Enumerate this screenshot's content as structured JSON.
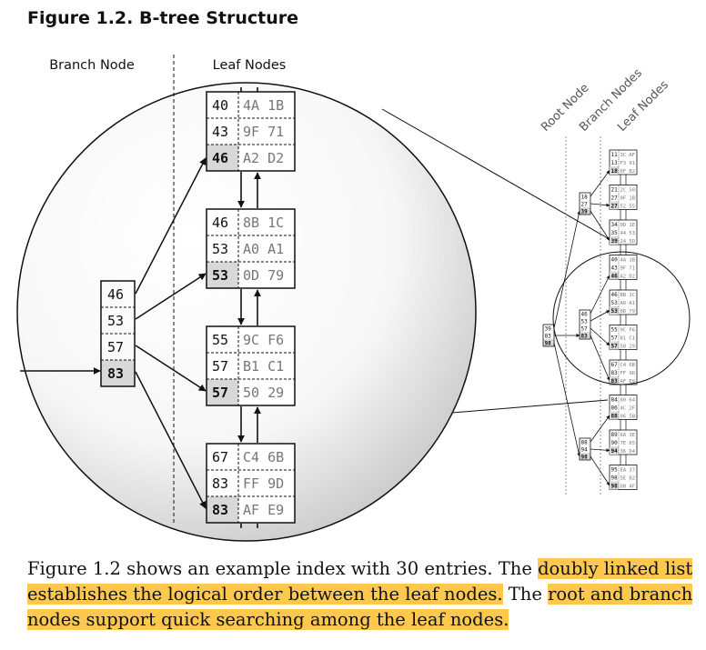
{
  "title": "Figure 1.2. B-tree Structure",
  "labels": {
    "branch_node": "Branch Node",
    "leaf_nodes": "Leaf Nodes"
  },
  "overview_labels": {
    "root": "Root Node",
    "branch": "Branch Nodes",
    "leaf": "Leaf Nodes"
  },
  "branch": [
    "46",
    "53",
    "57",
    "83"
  ],
  "leaves": [
    {
      "rows": [
        [
          "40",
          "4A 1B"
        ],
        [
          "43",
          "9F 71"
        ],
        [
          "46",
          "A2 D2"
        ]
      ]
    },
    {
      "rows": [
        [
          "46",
          "8B 1C"
        ],
        [
          "53",
          "A0 A1"
        ],
        [
          "53",
          "0D 79"
        ]
      ]
    },
    {
      "rows": [
        [
          "55",
          "9C F6"
        ],
        [
          "57",
          "B1 C1"
        ],
        [
          "57",
          "50 29"
        ]
      ]
    },
    {
      "rows": [
        [
          "67",
          "C4 6B"
        ],
        [
          "83",
          "FF 9D"
        ],
        [
          "83",
          "AF E9"
        ]
      ]
    }
  ],
  "mini": {
    "root": [
      "39",
      "83",
      "98"
    ],
    "branches": [
      [
        "18",
        "27",
        "39"
      ],
      [
        "46",
        "53",
        "57",
        "83"
      ],
      [
        "88",
        "94",
        "98"
      ]
    ],
    "leaves": [
      [
        [
          "11",
          "3C AF"
        ],
        [
          "13",
          "F3 91"
        ],
        [
          "18",
          "6F B2"
        ]
      ],
      [
        [
          "21",
          "2C 50"
        ],
        [
          "27",
          "0F 1B"
        ],
        [
          "27",
          "52 55"
        ]
      ],
      [
        [
          "34",
          "0D 1E"
        ],
        [
          "35",
          "44 53"
        ],
        [
          "39",
          "24 5D"
        ]
      ],
      [
        [
          "40",
          "4A 1B"
        ],
        [
          "43",
          "9F 71"
        ],
        [
          "46",
          "A2 D2"
        ]
      ],
      [
        [
          "46",
          "8B 1C"
        ],
        [
          "53",
          "A0 A1"
        ],
        [
          "53",
          "0D 79"
        ]
      ],
      [
        [
          "55",
          "9C F6"
        ],
        [
          "57",
          "B1 C1"
        ],
        [
          "57",
          "50 29"
        ]
      ],
      [
        [
          "67",
          "C4 6B"
        ],
        [
          "83",
          "FF 9D"
        ],
        [
          "83",
          "AF E9"
        ]
      ],
      [
        [
          "84",
          "80 64"
        ],
        [
          "86",
          "4C 2F"
        ],
        [
          "88",
          "06 5B"
        ]
      ],
      [
        [
          "89",
          "6A 3E"
        ],
        [
          "90",
          "7E 65"
        ],
        [
          "94",
          "36 D4"
        ]
      ],
      [
        [
          "95",
          "EA 37"
        ],
        [
          "98",
          "5E B2"
        ],
        [
          "98",
          "D8 4F"
        ]
      ]
    ]
  },
  "caption": {
    "part1": "Figure 1.2 shows an example index with 30 entries. The ",
    "hl1": "doubly linked list establishes the logical order between the leaf nodes.",
    "part2": " The ",
    "hl2": "root and branch nodes support quick searching among the leaf nodes."
  },
  "colors": {
    "highlight": "#fcc94e",
    "last_key_fill": "#d8d8d8",
    "gray_text": "#777777",
    "line": "#111111"
  }
}
